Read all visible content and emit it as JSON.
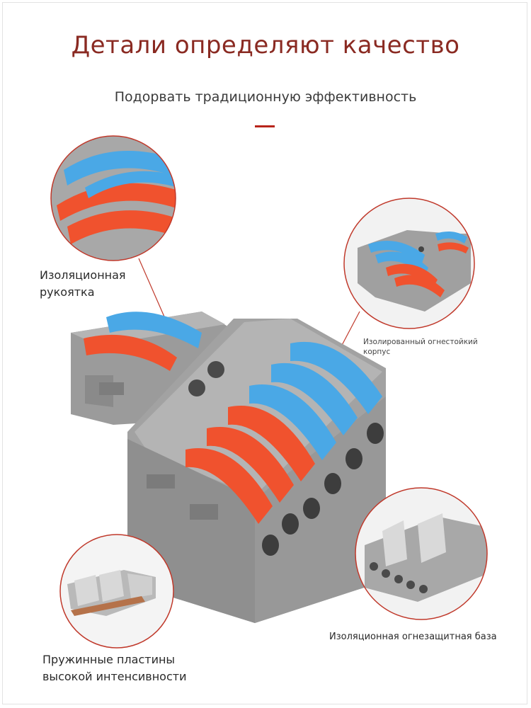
{
  "header": {
    "title": "Детали определяют качество",
    "subtitle": "Подорвать традиционную эффективность"
  },
  "callouts": {
    "handle": {
      "line1": "Изоляционная",
      "line2": "рукоятка"
    },
    "housing": {
      "line1": "Изолированный огнестойкий",
      "line2": "корпус"
    },
    "base": {
      "line1": "Изоляционная огнезащитная база"
    },
    "springs": {
      "line1": "Пружинные пластины",
      "line2": "высокой интенсивности"
    }
  },
  "colors": {
    "title": "#8a2a22",
    "accent": "#b8241a",
    "housing_gray": "#9a9a9a",
    "lever_blue": "#4aa8e6",
    "lever_orange": "#f0522e",
    "callout_ring": "#c0392b"
  }
}
